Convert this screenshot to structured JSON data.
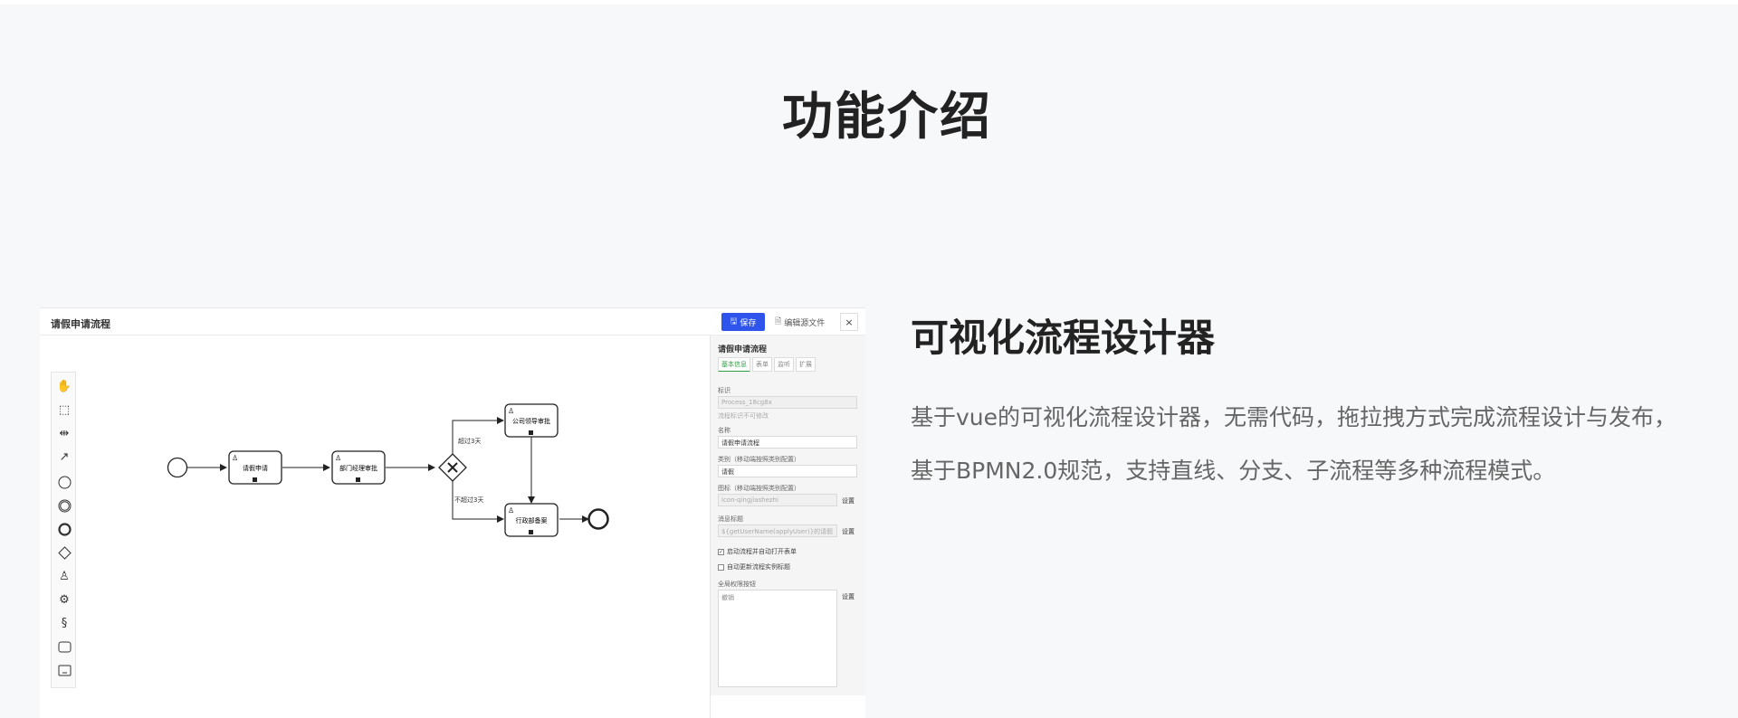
{
  "section": {
    "title": "功能介绍"
  },
  "screenshot": {
    "header_title": "请假申请流程",
    "save_label": "保存",
    "edit_label": "编辑源文件",
    "close_label": "×",
    "flow": {
      "task_apply": "请假申请",
      "task_dept": "部门经理审批",
      "task_gm": "公司领导审批",
      "task_hr": "行政部备案",
      "edge_gt3": "超过3天",
      "edge_le3": "不超过3天"
    },
    "props": {
      "title": "请假申请流程",
      "tabs": [
        "基本信息",
        "表单",
        "监听",
        "扩展"
      ],
      "id_label": "标识",
      "id_value": "Process_18cg8x",
      "id_hint": "流程标识不可修改",
      "name_label": "名称",
      "name_value": "请假申请流程",
      "cat_label": "类别（移动端按照类别配置）",
      "cat_value": "请假",
      "icon_label": "图标（移动端按照类别配置）",
      "icon_value": "icon-qingjiashezhi",
      "set_label": "设置",
      "msg_label": "消息标题",
      "msg_value": "${getUserName(applyUser)}的请假",
      "check1": "启动流程并自动打开表单",
      "check2": "自动更新流程实例标题",
      "perm_label": "全局权限按钮",
      "perm_value": "撤销"
    }
  },
  "feature": {
    "title": "可视化流程设计器",
    "line1": "基于vue的可视化流程设计器，无需代码，拖拉拽方式完成流程设计与发布，",
    "line2": "基于BPMN2.0规范，支持直线、分支、子流程等多种流程模式。"
  }
}
